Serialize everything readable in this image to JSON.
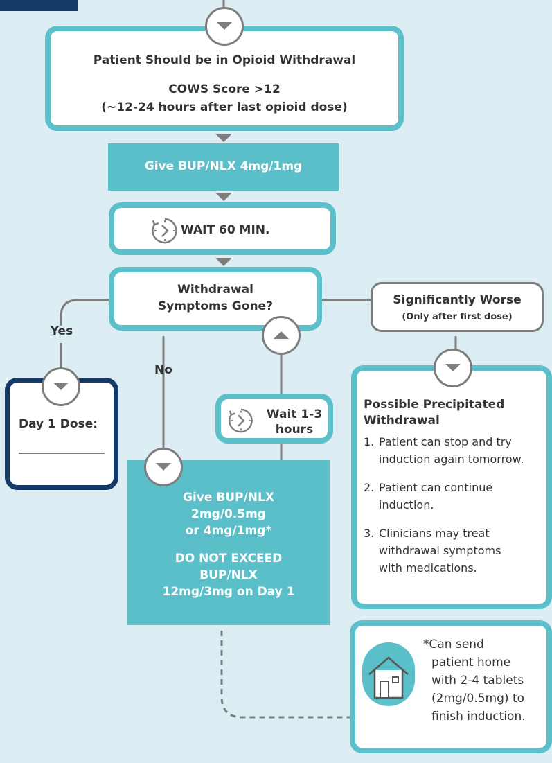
{
  "start_box": {
    "title": "Patient Should be in Opioid Withdrawal",
    "line1": "COWS Score >12",
    "line2": "(~12-24 hours after last opioid dose)"
  },
  "give_first": {
    "label": "Give BUP/NLX 4mg/1mg"
  },
  "wait_60": {
    "label": "WAIT 60 MIN."
  },
  "decision": {
    "line1": "Withdrawal",
    "line2": "Symptoms Gone?"
  },
  "yes_label": "Yes",
  "no_label": "No",
  "day1": {
    "label": "Day 1 Dose:"
  },
  "worse": {
    "title": "Significantly Worse",
    "subtitle": "(Only after first dose)"
  },
  "precipitated": {
    "title_line1": "Possible Precipitated",
    "title_line2": "Withdrawal",
    "steps": [
      {
        "num": "1.",
        "line1": "Patient can stop and try",
        "line2": "induction again tomorrow.",
        "line3": ""
      },
      {
        "num": "2.",
        "line1": "Patient can continue",
        "line2": "induction.",
        "line3": ""
      },
      {
        "num": "3.",
        "line1": "Clinicians may treat",
        "line2": "withdrawal symptoms",
        "line3": "with medications."
      }
    ]
  },
  "wait_1_3": {
    "line1": "Wait 1-3",
    "line2": "hours"
  },
  "give_second": {
    "line1": "Give BUP/NLX",
    "line2": "2mg/0.5mg",
    "line3": "or 4mg/1mg*",
    "line4": "DO NOT EXCEED",
    "line5": "BUP/NLX",
    "line6": "12mg/3mg on Day 1"
  },
  "home_note": {
    "lines": [
      "*Can send",
      "patient home",
      "with 2-4 tablets",
      "(2mg/0.5mg) to",
      "finish induction."
    ]
  },
  "colors": {
    "teal": "#5bbfca",
    "navy": "#153a6a",
    "gray": "#7d7d7d",
    "background": "#dcedf3"
  }
}
